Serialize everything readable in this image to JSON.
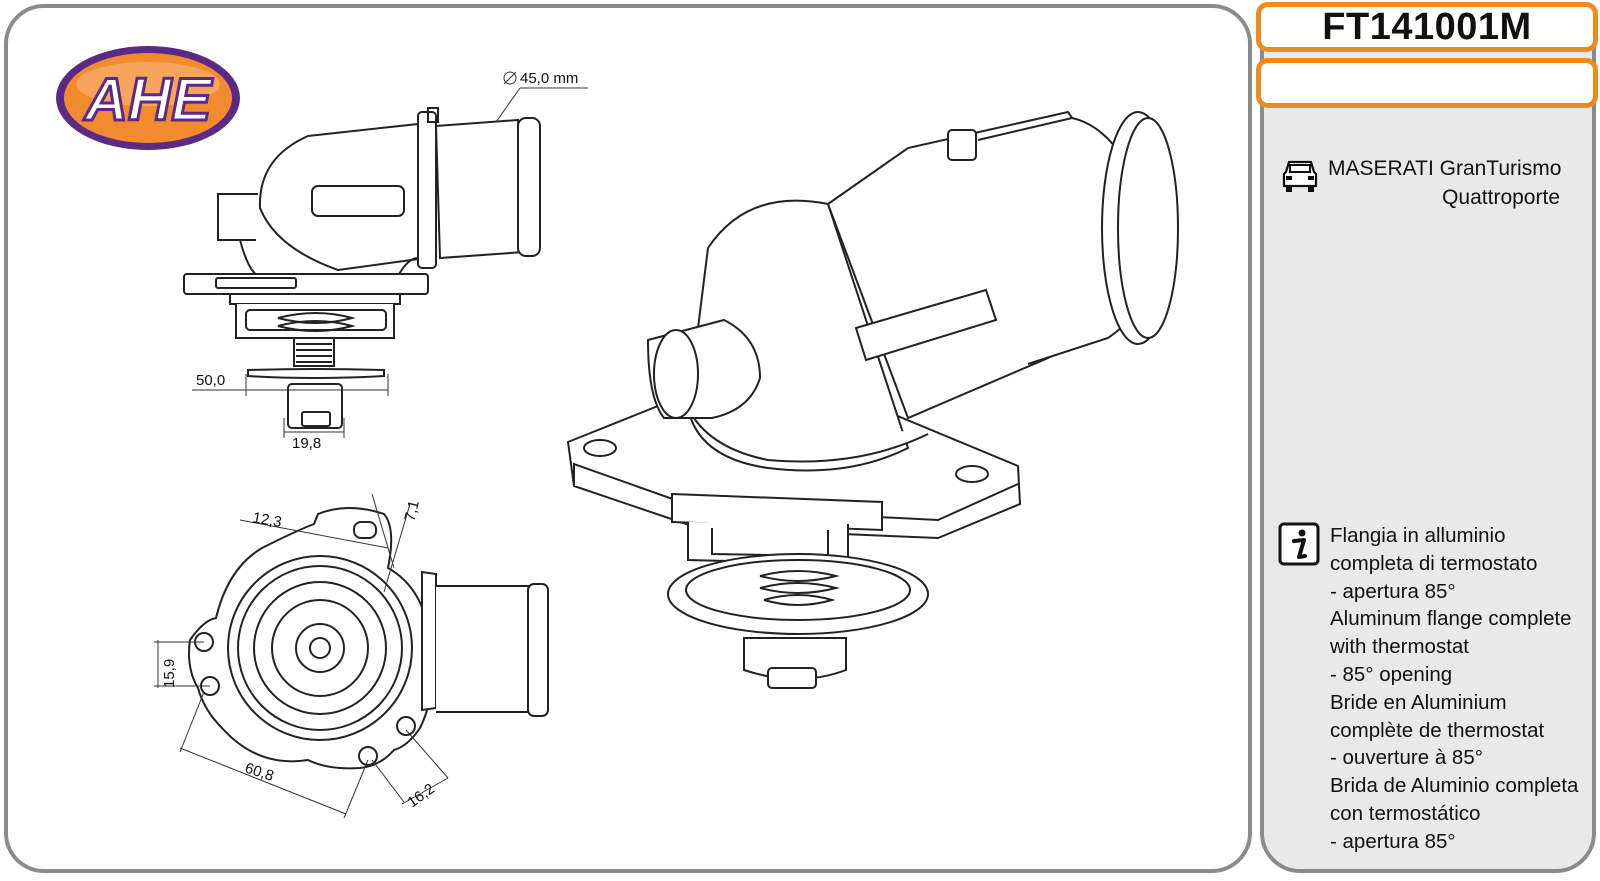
{
  "part_code": "FT141001M",
  "brand_logo_text": "AHE",
  "vehicle": {
    "icon": "car-icon",
    "make_model": "MASERATI GranTurismo",
    "model_2": "Quattroporte"
  },
  "description": {
    "icon": "info-icon",
    "lines": [
      "Flangia in alluminio",
      "completa di termostato",
      "- apertura 85°",
      "Aluminum flange complete",
      "with thermostat",
      "- 85° opening",
      "Bride en Aluminium",
      "complète de thermostat",
      "- ouverture à 85°",
      "Brida de Aluminio completa",
      "con termostático",
      "- apertura 85°"
    ]
  },
  "dimensions": {
    "pipe_diameter": "45,0 mm",
    "height": "50,0",
    "nut_width": "19,8",
    "hole_offset": "12,3",
    "tab_width": "7,1",
    "hole_spacing_v": "15,9",
    "hole_spacing_diag": "60,8",
    "hole_edge": "16,2"
  },
  "colors": {
    "accent_orange": "#ef8a1c",
    "logo_purple": "#5b2a86",
    "logo_orange": "#f28a2e",
    "panel_border": "#8a8a8a",
    "panel_fill": "#e9e9ea"
  }
}
